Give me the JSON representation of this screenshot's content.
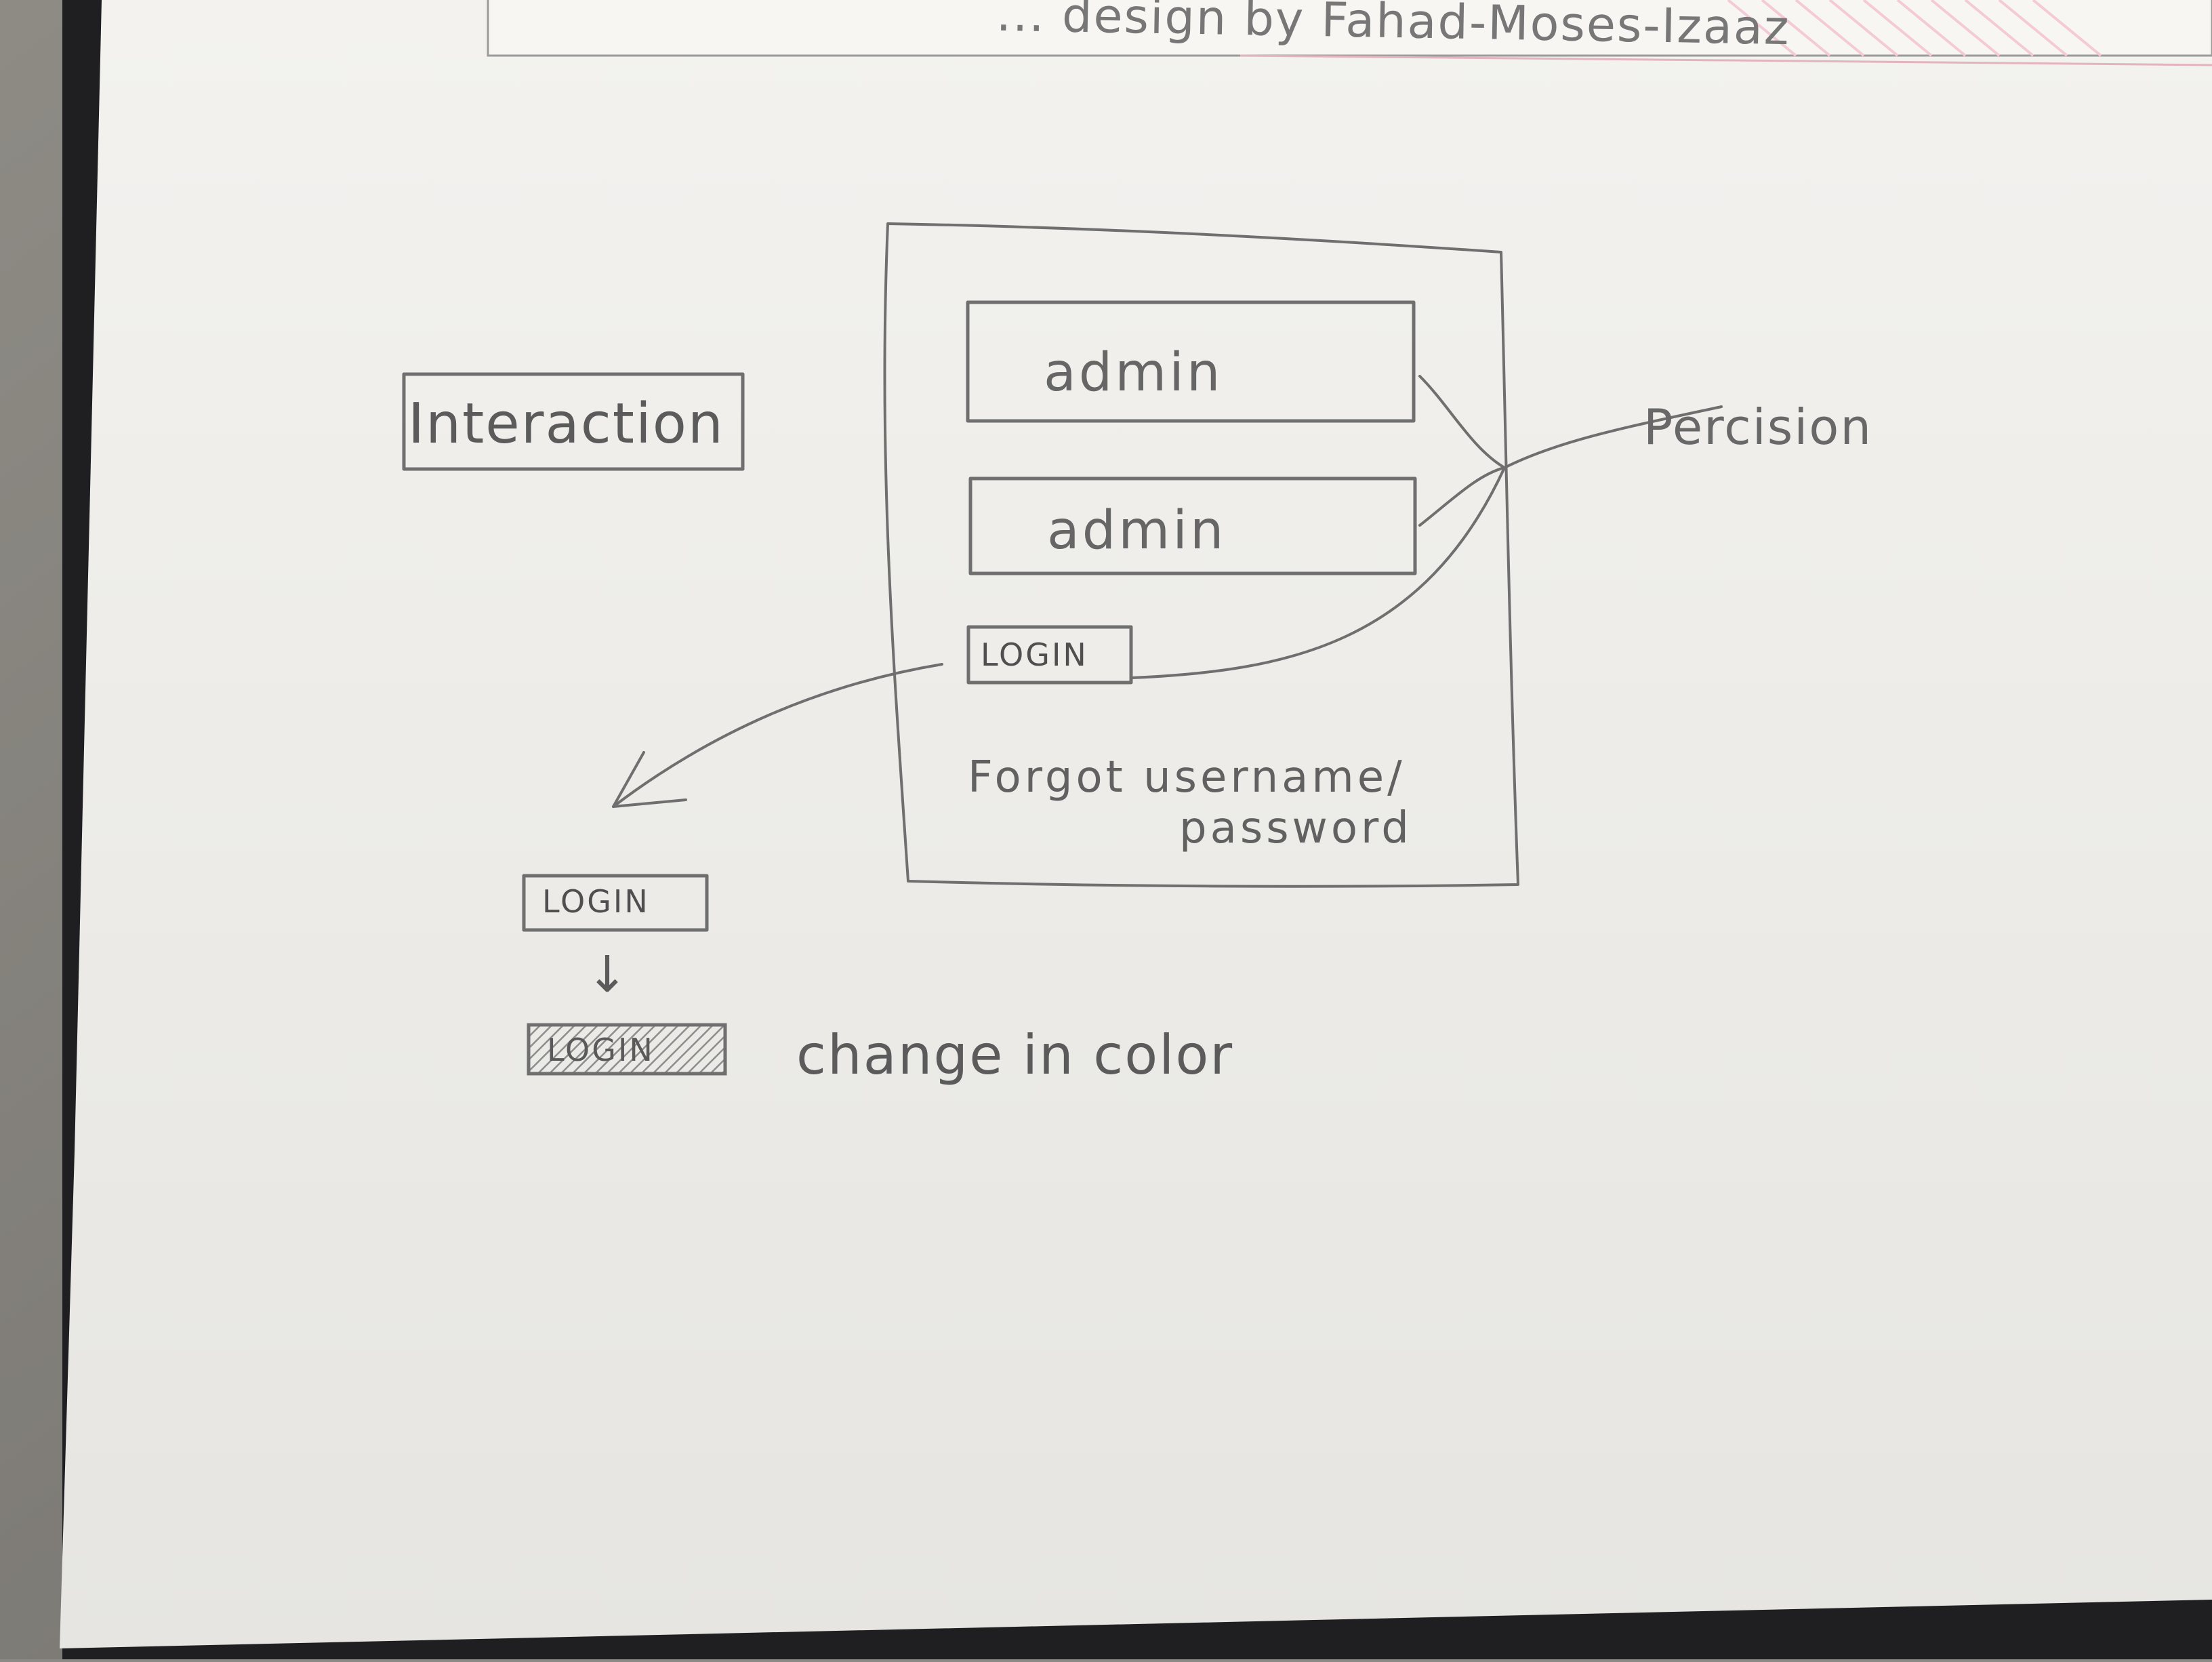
{
  "header": {
    "text": "... design by Fahad-Moses-Izaaz"
  },
  "wireframe": {
    "field_1_value": "admin",
    "field_2_value": "admin",
    "login_button_label": "LOGIN",
    "forgot_line_1": "Forgot username/",
    "forgot_line_2": "password"
  },
  "annotations": {
    "interaction_label": "Interaction",
    "precision_label": "Percision",
    "login_before_label": "LOGIN",
    "login_after_label": "LOGIN",
    "arrow_down_glyph": "↓",
    "change_in_color": "change in color"
  },
  "colors": {
    "pencil": "#6f6f6f",
    "paper": "#f1f0ec",
    "binder": "#1f1f22"
  }
}
